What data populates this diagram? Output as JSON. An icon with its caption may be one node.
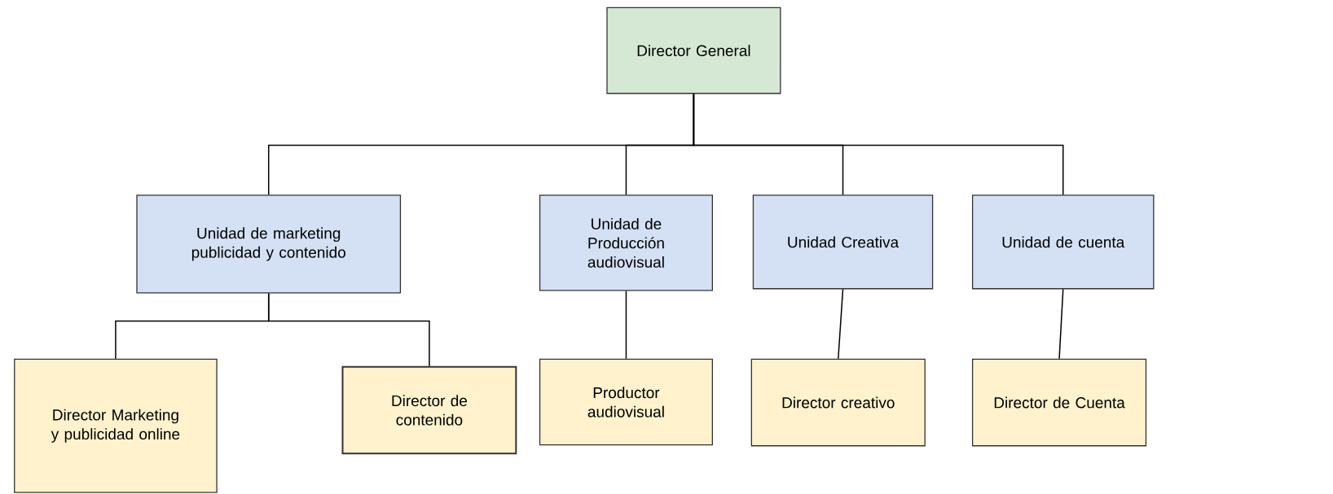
{
  "diagram": {
    "nodes": [
      {
        "text": [
          "Director General"
        ]
      },
      {
        "text": [
          "Unidad de marketing publicidad y contenido"
        ]
      },
      {
        "text": [
          "Unidad de Producción audiovisual"
        ]
      },
      {
        "text": [
          "Unidad Creativa"
        ]
      },
      {
        "text": [
          "Unidad de cuenta"
        ]
      },
      {
        "text": [
          "Director Marketing y publicidad online"
        ]
      },
      {
        "text": [
          "Director de contenido"
        ]
      },
      {
        "text": [
          "Productor audiovisual"
        ]
      },
      {
        "text": [
          "Director creativo"
        ]
      },
      {
        "text": [
          "Director de Cuenta"
        ]
      }
    ],
    "edges": [
      {
        "from": 0,
        "to": 1,
        "arrow": "none"
      },
      {
        "from": 0,
        "to": 2,
        "arrow": "none"
      },
      {
        "from": 0,
        "to": 3,
        "arrow": "none"
      },
      {
        "from": 0,
        "to": 4,
        "arrow": "none"
      },
      {
        "from": 1,
        "to": 5,
        "arrow": "none"
      },
      {
        "from": 1,
        "to": 6,
        "arrow": "none"
      },
      {
        "from": 2,
        "to": 7,
        "arrow": "none"
      },
      {
        "from": 3,
        "to": 8,
        "arrow": "none"
      },
      {
        "from": 4,
        "to": 9,
        "arrow": "none"
      }
    ]
  }
}
